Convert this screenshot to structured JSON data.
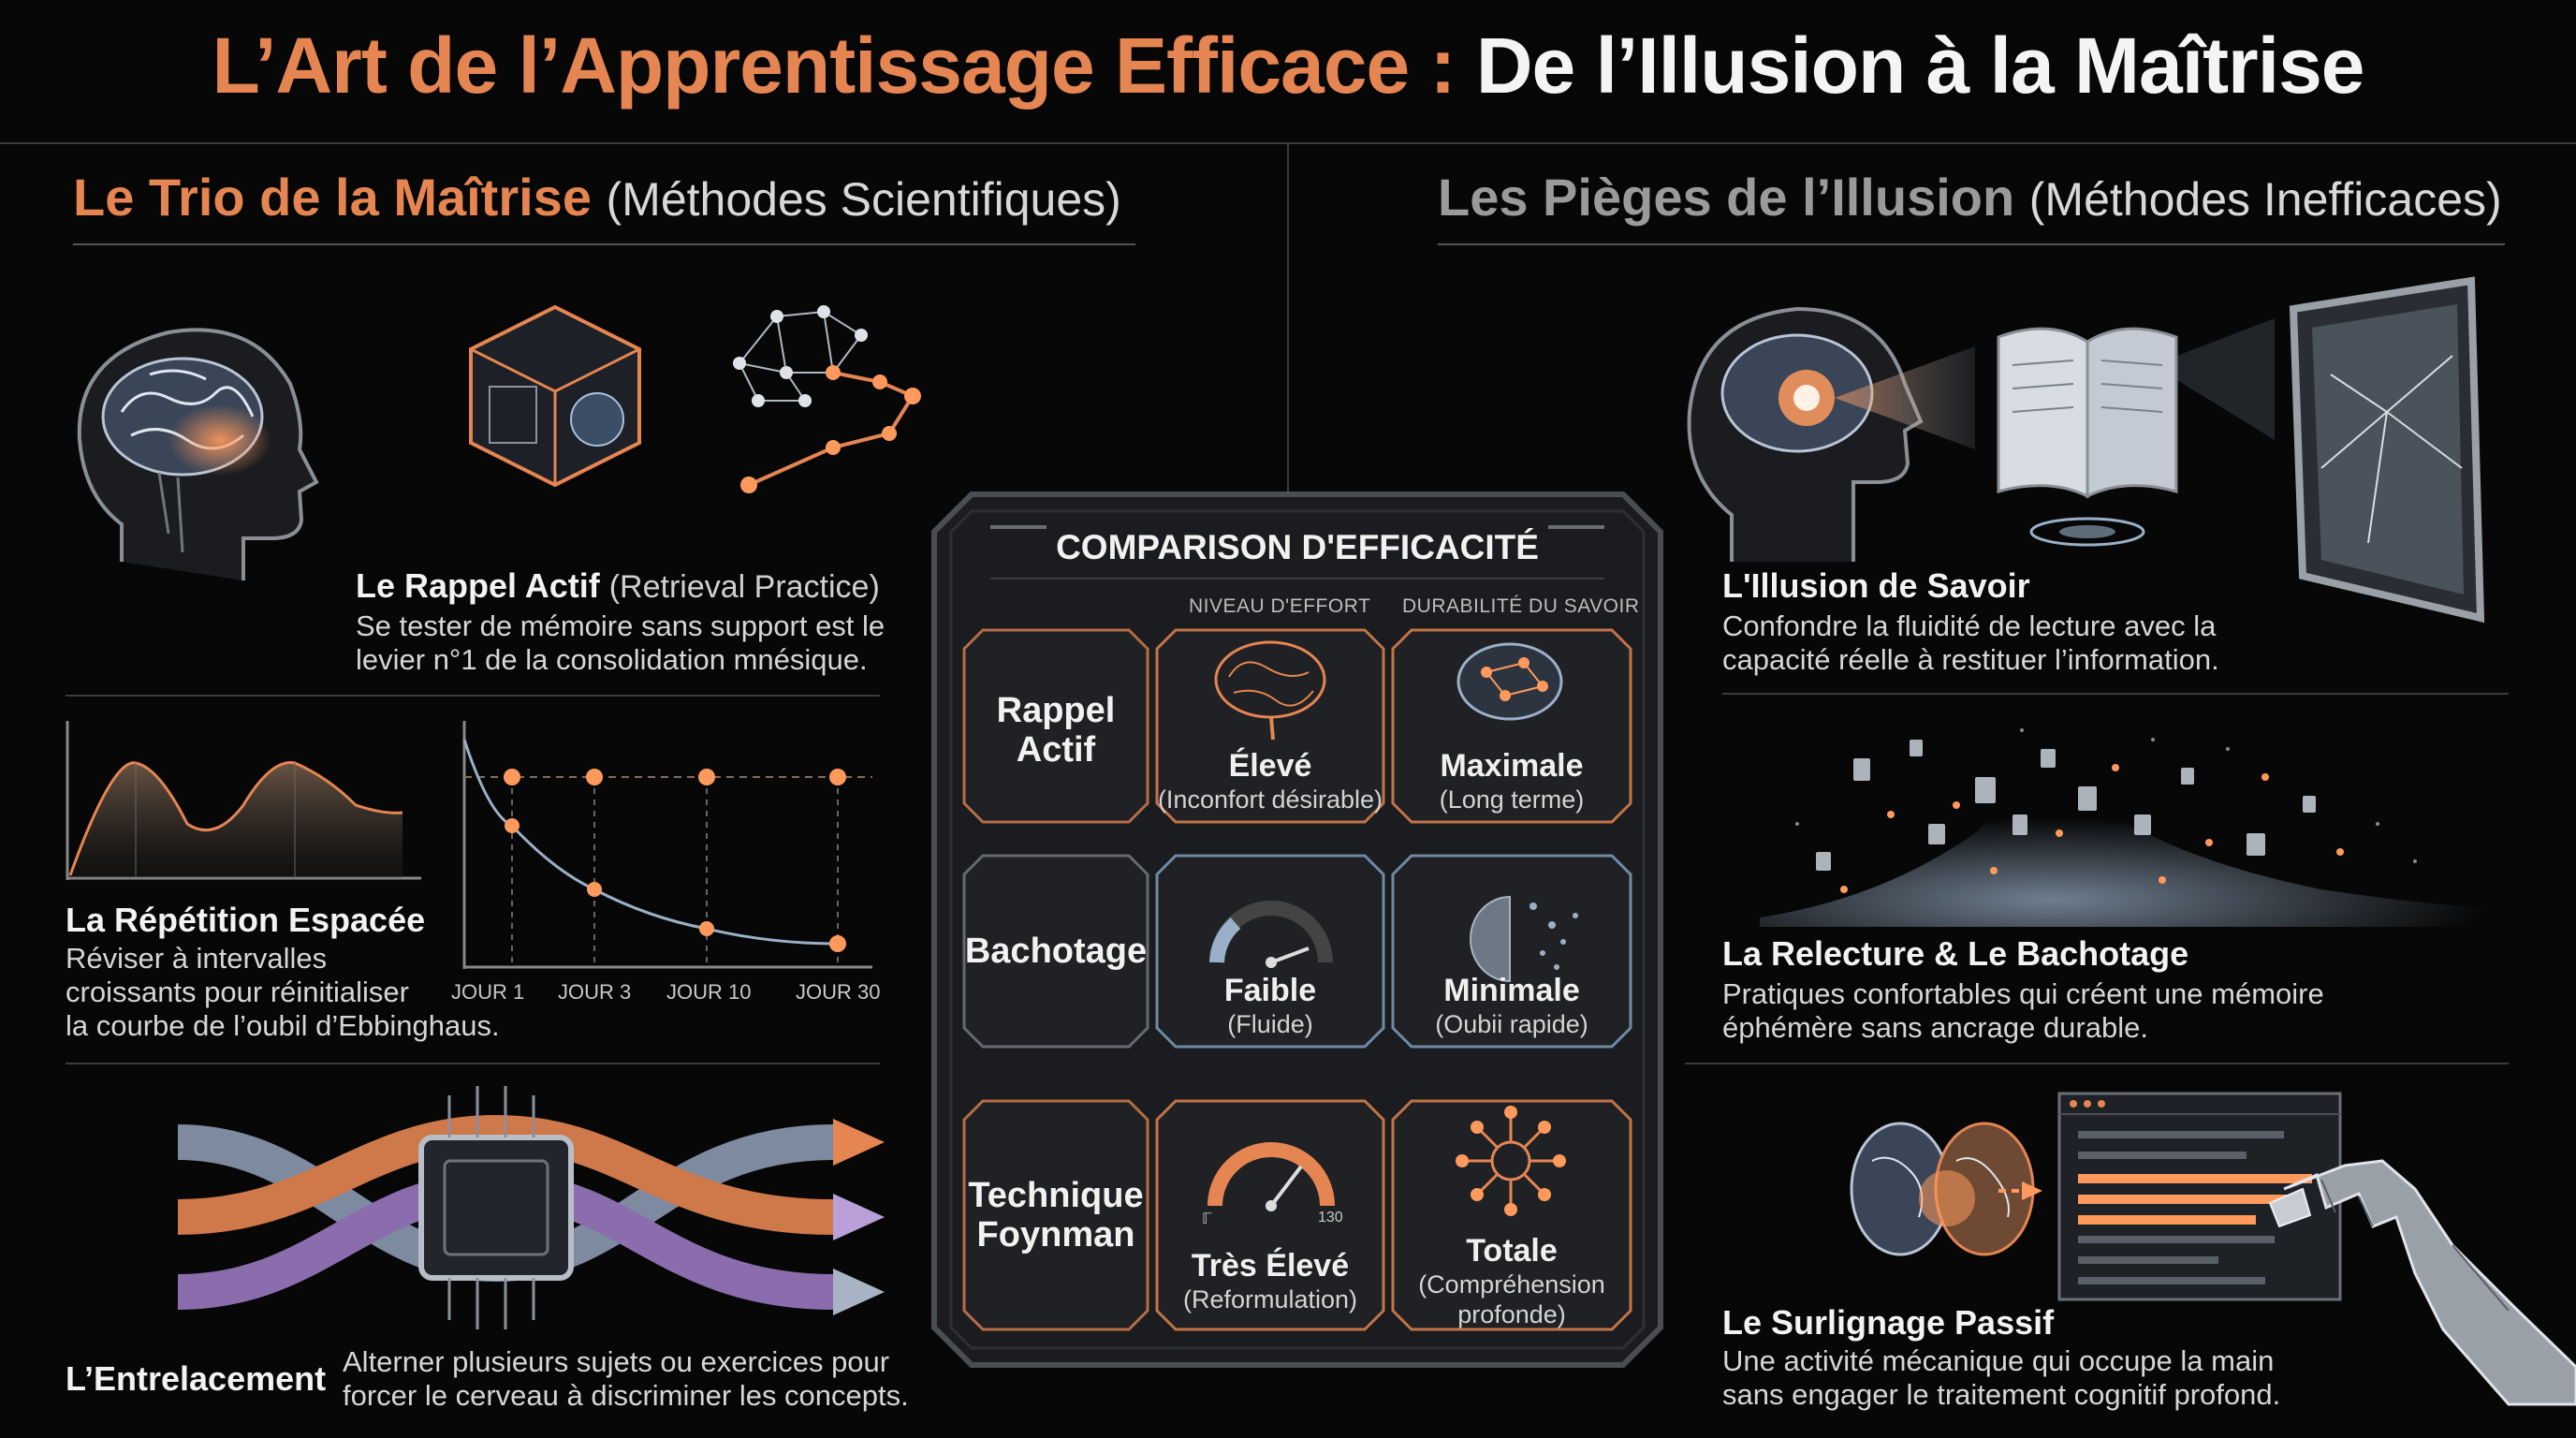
{
  "title": {
    "part1": "L’Art de l’Apprentissage Efficace :",
    "part2": "De l’Illusion à la Maîtrise"
  },
  "colors": {
    "accent": "#e58552",
    "background": "#070707",
    "muted_title": "#9a9a9a"
  },
  "left_section": {
    "title": "Le Trio de la Maîtrise",
    "subtitle": "(Méthodes Scientifiques)",
    "items": [
      {
        "title": "Le Rappel Actif",
        "title_note": "(Retrieval Practice)",
        "desc_line1": "Se tester de mémoire sans support est le",
        "desc_line2": "levier n°1 de la consolidation mnésique.",
        "icons": [
          "brain-head-icon",
          "memory-cube-icon",
          "network-nodes-icon"
        ]
      },
      {
        "title": "La Répétition Espacée",
        "desc_line1": "Réviser à intervalles",
        "desc_line2": "croissants pour réinitialiser",
        "desc_line3": "la courbe de l’oubil d’Ebbinghaus.",
        "ticks": [
          "JOUR 1",
          "JOUR 3",
          "JOUR 10",
          "JOUR 30"
        ]
      },
      {
        "title": "L’Entrelacement",
        "desc_line1": "Alterner plusieurs sujets ou exercices pour",
        "desc_line2": "forcer le cerveau à discriminer les concepts.",
        "icons": [
          "interleaved-streams-icon",
          "chip-icon"
        ]
      }
    ]
  },
  "right_section": {
    "title": "Les Pièges de l’Illusion",
    "subtitle": "(Méthodes Inefficaces)",
    "items": [
      {
        "title": "L'Illusion de Savoir",
        "desc_line1": "Confondre la fluidité de lecture avec la",
        "desc_line2": "capacité réelle à restituer l’information.",
        "icons": [
          "brain-head-icon",
          "open-book-icon",
          "broken-mirror-icon"
        ]
      },
      {
        "title": "La Relecture & Le Bachotage",
        "desc_line1": "Pratiques confortables qui créent une mémoire",
        "desc_line2": "éphémère sans ancrage durable.",
        "icons": [
          "scattered-documents-icon"
        ]
      },
      {
        "title": "Le Surlignage Passif",
        "desc_line1": "Une activité mécanique qui occupe la main",
        "desc_line2": "sans engager le traitement cognitif profond.",
        "icons": [
          "brain-icon",
          "screen-icon",
          "robot-hand-icon"
        ]
      }
    ]
  },
  "comparison": {
    "title": "COMPARISON D'EFFICACITÉ",
    "col_effort": "NIVEAU D'EFFORT",
    "col_durability": "DURABILITÉ DU SAVOIR",
    "rows": [
      {
        "label_line1": "Rappel",
        "label_line2": "Actif",
        "effort_main": "Élevé",
        "effort_sub": "(Inconfort désirable)",
        "dur_main": "Maximale",
        "dur_sub": "(Long terme)"
      },
      {
        "label_line1": "Bachotage",
        "label_line2": "",
        "effort_main": "Faible",
        "effort_sub": "(Fluide)",
        "dur_main": "Minimale",
        "dur_sub": "(Oubii rapide)"
      },
      {
        "label_line1": "Technique",
        "label_line2": "Foynman",
        "effort_main": "Très Élevé",
        "effort_sub": "(Reformulation)",
        "dur_main": "Totale",
        "dur_sub_line1": "(Compréhension",
        "dur_sub_line2": "profonde)",
        "gauge_left": "ℾ",
        "gauge_right": "130"
      }
    ]
  }
}
